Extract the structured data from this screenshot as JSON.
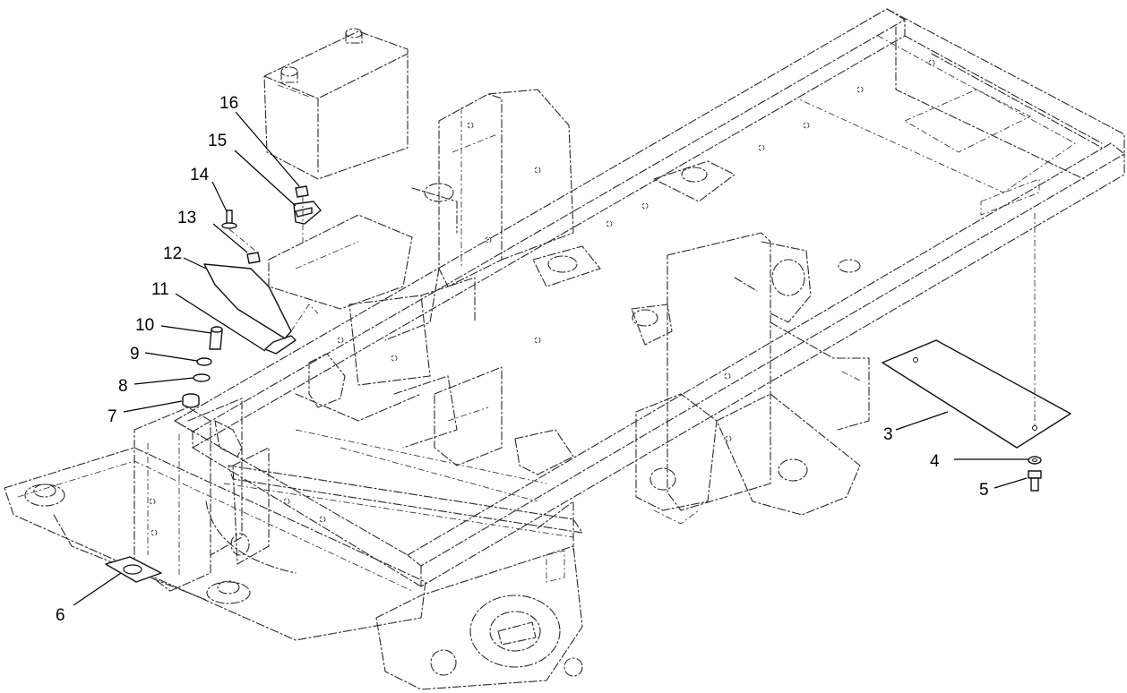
{
  "callouts": [
    {
      "id": "c3",
      "label": "3"
    },
    {
      "id": "c4",
      "label": "4"
    },
    {
      "id": "c5",
      "label": "5"
    },
    {
      "id": "c6",
      "label": "6"
    },
    {
      "id": "c7",
      "label": "7"
    },
    {
      "id": "c8",
      "label": "8"
    },
    {
      "id": "c9",
      "label": "9"
    },
    {
      "id": "c10",
      "label": "10"
    },
    {
      "id": "c11",
      "label": "11"
    },
    {
      "id": "c12",
      "label": "12"
    },
    {
      "id": "c13",
      "label": "13"
    },
    {
      "id": "c14",
      "label": "14"
    },
    {
      "id": "c15",
      "label": "15"
    },
    {
      "id": "c16",
      "label": "16"
    }
  ]
}
